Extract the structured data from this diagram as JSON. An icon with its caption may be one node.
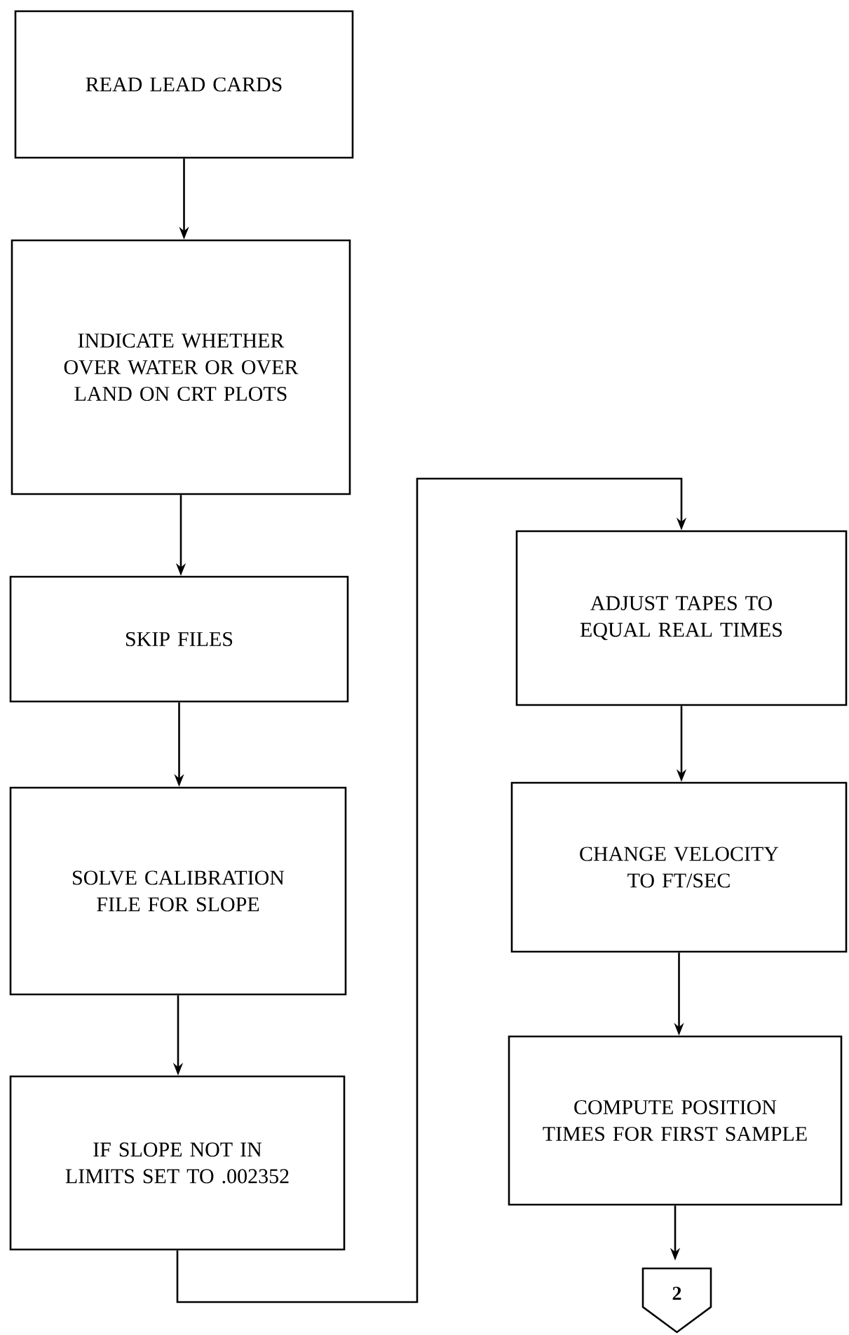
{
  "diagram": {
    "nodes": [
      {
        "text": [
          "READ LEAD CARDS"
        ]
      },
      {
        "text": [
          "INDICATE WHETHER OVER WATER OR OVER LAND ON CRT PLOTS"
        ]
      },
      {
        "text": [
          "SKIP FILES"
        ]
      },
      {
        "text": [
          "SOLVE CALIBRATION FILE FOR SLOPE"
        ]
      },
      {
        "text": [
          "IF SLOPE NOT IN LIMITS SET TO .002352"
        ]
      },
      {
        "text": [
          "ADJUST TAPES TO EQUAL REAL TIMES"
        ]
      },
      {
        "text": [
          "CHANGE VELOCITY TO FT/SEC"
        ]
      },
      {
        "text": [
          "COMPUTE POSITION TIMES FOR FIRST SAMPLE"
        ]
      },
      {
        "text": [
          "2"
        ]
      }
    ],
    "edges": [
      {
        "from": 0,
        "to": 1,
        "arrow": "to"
      },
      {
        "from": 1,
        "to": 2,
        "arrow": "to"
      },
      {
        "from": 2,
        "to": 3,
        "arrow": "to"
      },
      {
        "from": 3,
        "to": 4,
        "arrow": "to"
      },
      {
        "from": 4,
        "to": 5,
        "arrow": "to"
      },
      {
        "from": 5,
        "to": 6,
        "arrow": "to"
      },
      {
        "from": 6,
        "to": 7,
        "arrow": "to"
      },
      {
        "from": 7,
        "to": 8,
        "arrow": "to"
      }
    ]
  }
}
